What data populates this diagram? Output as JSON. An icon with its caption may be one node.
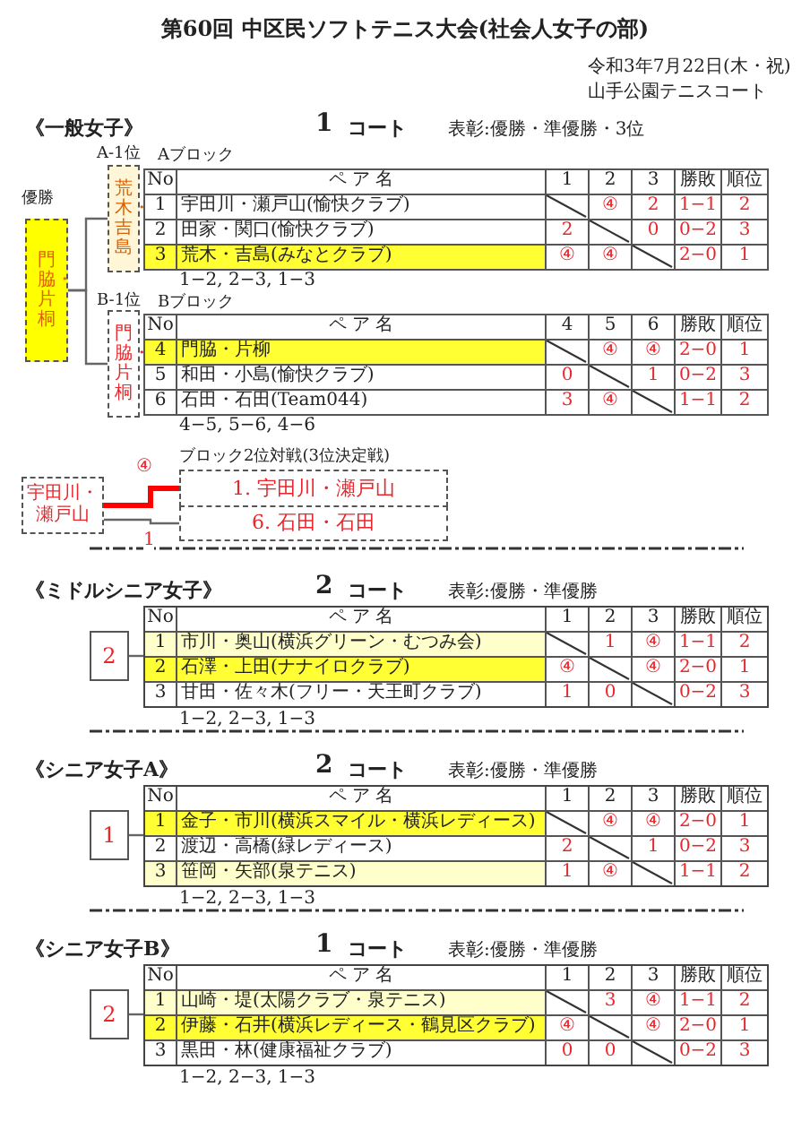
{
  "diagram": {
    "title": "第60回 中区民ソフトテニス大会(社会人女子の部)",
    "nodes": [
      {
        "text": [
          "門脇・片桐"
        ],
        "beside": [
          "優勝"
        ]
      },
      {
        "text": [
          "荒木・吉島"
        ],
        "beside": [
          "A-1位"
        ]
      },
      {
        "text": [
          "門脇・片桐"
        ],
        "beside": [
          "B-1位"
        ]
      },
      {
        "text": [
          "宇田川・瀬戸山"
        ]
      },
      {
        "text": [
          "ブロック2位対戦(3位決定戦)"
        ]
      },
      {
        "text": [
          "1. 宇田川・瀬戸山"
        ],
        "in": 4
      },
      {
        "text": [
          "6. 石田・石田"
        ],
        "in": 4
      },
      {
        "text": [
          "2"
        ]
      },
      {
        "text": [
          "1"
        ]
      },
      {
        "text": [
          "2"
        ]
      },
      {
        "text": [],
        "shape": "box"
      },
      {
        "text": [],
        "shape": "box"
      },
      {
        "text": [],
        "shape": "box"
      }
    ],
    "edges": [
      {
        "from": 1,
        "to": 0,
        "arrow": "none"
      },
      {
        "from": 2,
        "to": 0,
        "arrow": "none"
      },
      {
        "from": 5,
        "to": 3,
        "arrow": "none",
        "label": "④",
        "style": "thick",
        "color": "#ff0000"
      },
      {
        "from": 6,
        "to": 3,
        "arrow": "none",
        "label": "1"
      },
      {
        "from": 7,
        "to": 10,
        "arrow": "none"
      },
      {
        "from": 8,
        "to": 11,
        "arrow": "none"
      },
      {
        "from": 9,
        "to": 12,
        "arrow": "none"
      }
    ],
    "labels": [
      "令和3年7月22日(木・祝)",
      "山手公園テニスコート",
      "《一般女子》",
      "1",
      "コート",
      "表彰:優勝・準優勝・3位",
      "Aブロック",
      "No",
      "ペ ア 名",
      "1",
      "2",
      "3",
      "勝敗",
      "順位",
      "1",
      "宇田川・瀬戸山(愉快クラブ)",
      "④",
      "2",
      "1−1",
      "2",
      "2",
      "田家・関口(愉快クラブ)",
      "2",
      "0",
      "0−2",
      "3",
      "3",
      "荒木・吉島(みなとクラブ)",
      "④",
      "④",
      "2−0",
      "1",
      "1−2, 2−3, 1−3",
      "Bブロック",
      "No",
      "ペ ア 名",
      "4",
      "5",
      "6",
      "勝敗",
      "順位",
      "4",
      "門脇・片柳",
      "④",
      "④",
      "2−0",
      "1",
      "5",
      "和田・小島(愉快クラブ)",
      "0",
      "1",
      "0−2",
      "3",
      "6",
      "石田・石田(Team044)",
      "3",
      "④",
      "1−1",
      "2",
      "4−5, 5−6, 4−6",
      "《ミドルシニア女子》",
      "2",
      "コート",
      "表彰:優勝・準優勝",
      "No",
      "ペ ア 名",
      "1",
      "2",
      "3",
      "勝敗",
      "順位",
      "1",
      "市川・奥山(横浜グリーン・むつみ会)",
      "1",
      "④",
      "1−1",
      "2",
      "2",
      "石澤・上田(ナナイロクラブ)",
      "④",
      "④",
      "2−0",
      "1",
      "3",
      "甘田・佐々木(フリー・天王町クラブ)",
      "1",
      "0",
      "0−2",
      "3",
      "1−2, 2−3, 1−3",
      "《シニア女子A》",
      "2",
      "コート",
      "表彰:優勝・準優勝",
      "No",
      "ペ ア 名",
      "1",
      "2",
      "3",
      "勝敗",
      "順位",
      "1",
      "金子・市川(横浜スマイル・横浜レディース)",
      "④",
      "④",
      "2−0",
      "1",
      "2",
      "渡辺・高橋(緑レディース)",
      "2",
      "1",
      "0−2",
      "3",
      "3",
      "笹岡・矢部(泉テニス)",
      "1",
      "④",
      "1−1",
      "2",
      "1−2, 2−3, 1−3",
      "《シニア女子B》",
      "1",
      "コート",
      "表彰:優勝・準優勝",
      "No",
      "ペ ア 名",
      "1",
      "2",
      "3",
      "勝敗",
      "順位",
      "1",
      "山崎・堤(太陽クラブ・泉テニス)",
      "3",
      "④",
      "1−1",
      "2",
      "2",
      "伊藤・石井(横浜レディース・鶴見区クラブ)",
      "④",
      "④",
      "2−0",
      "1",
      "3",
      "黒田・林(健康福祉クラブ)",
      "0",
      "0",
      "0−2",
      "3",
      "1−2, 2−3, 1−3"
    ]
  }
}
